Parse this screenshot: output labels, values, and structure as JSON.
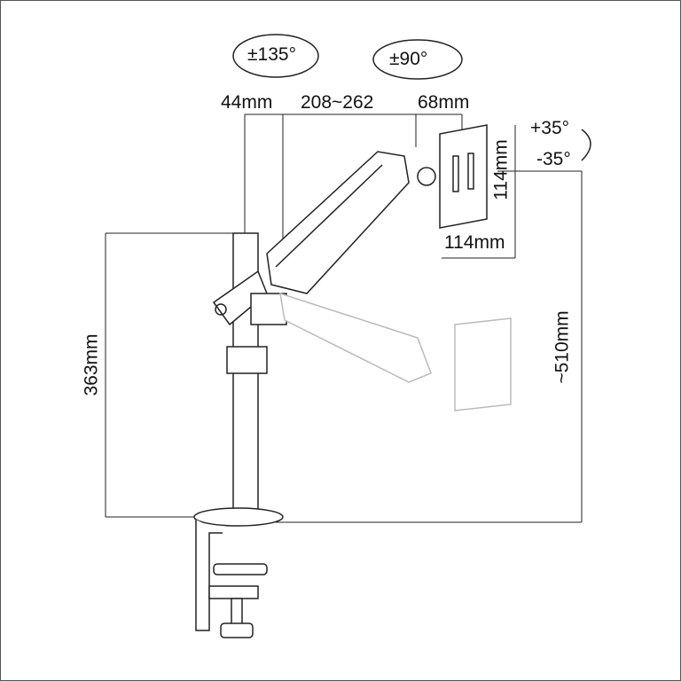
{
  "labels": {
    "swivel": "±135°",
    "rotate": "±90°",
    "pole_offset": "44mm",
    "arm_reach": "208~262",
    "plate_offset": "68mm",
    "tilt_up": "+35°",
    "tilt_down": "-35°",
    "vesa_height": "114mm",
    "vesa_width": "114mm",
    "pole_height": "363mm",
    "max_height": "~510mm"
  }
}
